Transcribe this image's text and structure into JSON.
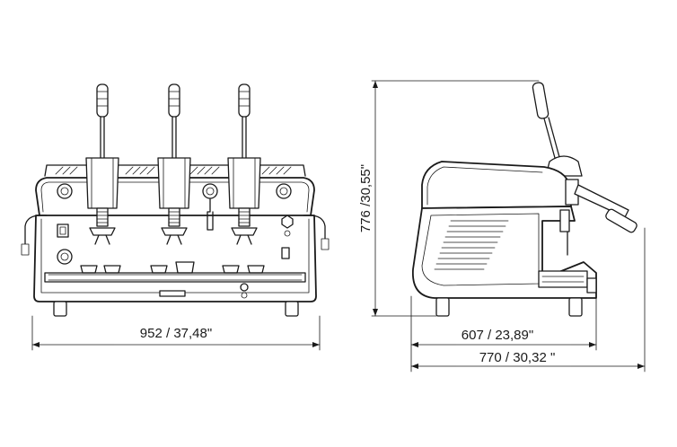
{
  "drawing": {
    "front_view": {
      "group_count": 3
    },
    "dimensions": {
      "width_front": "952 / 37,48\"",
      "height_side": "776 /30,55\"",
      "depth_body": "607 / 23,89\"",
      "depth_total": "770 / 30,32 \""
    }
  }
}
